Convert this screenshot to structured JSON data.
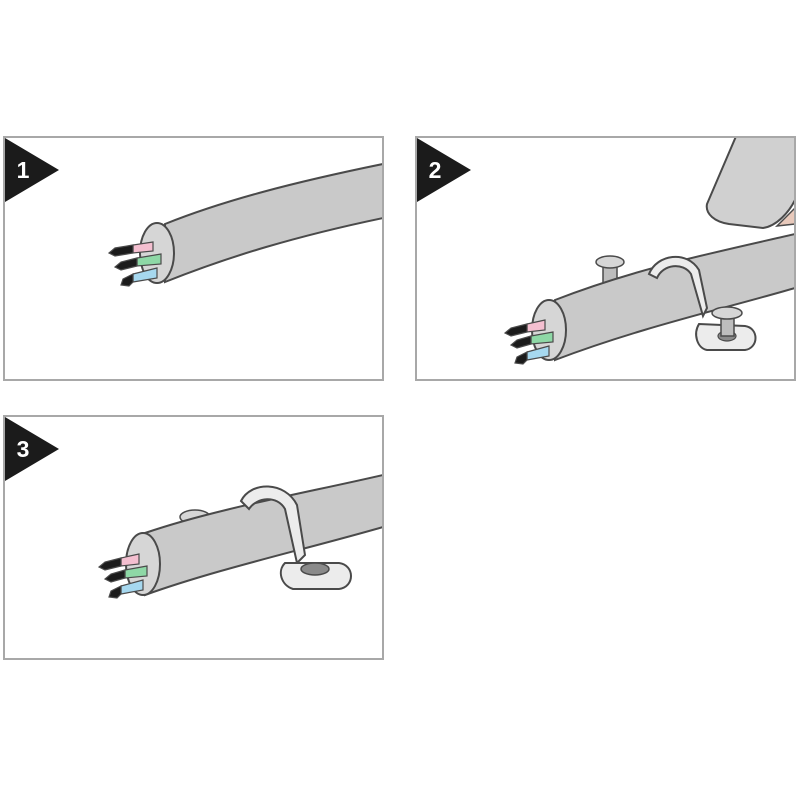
{
  "steps": [
    {
      "number": "1"
    },
    {
      "number": "2"
    },
    {
      "number": "3"
    }
  ],
  "colors": {
    "panel_border": "#a8a8a8",
    "cable": "#c9c9c9",
    "outline": "#4a4a4a",
    "badge": "#1b1b1b",
    "wire_pink": "#f4bfd0",
    "wire_green": "#8ed8a6",
    "wire_blue": "#a6d8ef",
    "clip": "#ececec",
    "hammer": "#d0d0d0"
  }
}
